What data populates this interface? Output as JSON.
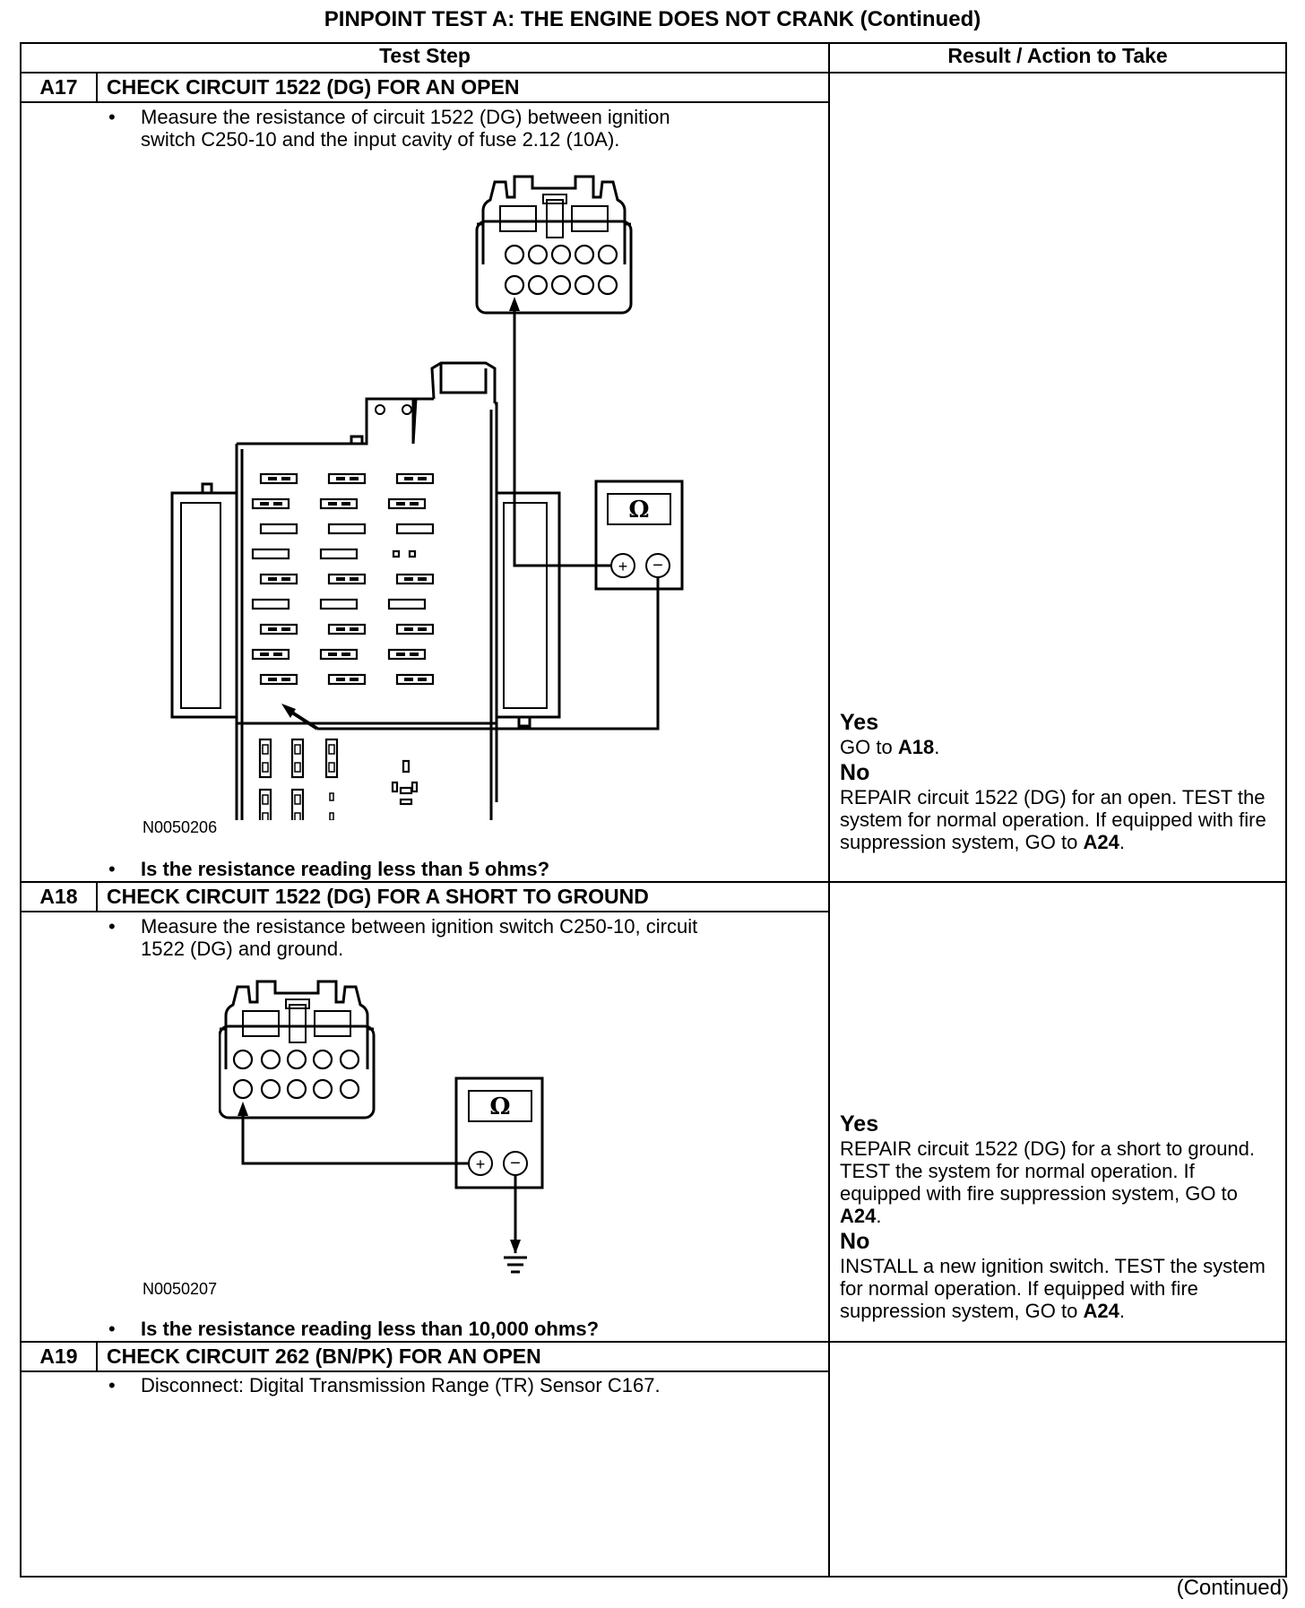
{
  "title": "PINPOINT TEST  A: THE ENGINE DOES NOT CRANK (Continued)",
  "columns": {
    "test_step": "Test Step",
    "result": "Result / Action to Take"
  },
  "steps": [
    {
      "id": "A17",
      "title": "CHECK CIRCUIT 1522 (DG) FOR AN OPEN",
      "instruction_line1": "Measure the resistance of circuit 1522 (DG) between ignition",
      "instruction_line2": "switch C250-10 and the input cavity of fuse 2.12 (10A).",
      "figure_id": "N0050206",
      "question": "Is the resistance reading less than 5 ohms?",
      "meter_symbol": "Ω",
      "yes_label": "Yes",
      "yes_text": "GO to",
      "yes_ref": "A18",
      "yes_after": ".",
      "no_label": "No",
      "no_text": "REPAIR circuit 1522 (DG) for an open. TEST the system for normal operation. If equipped with fire suppression system, GO to",
      "no_ref": "A24",
      "no_after": "."
    },
    {
      "id": "A18",
      "title": "CHECK CIRCUIT 1522 (DG) FOR A SHORT TO GROUND",
      "instruction_line1": "Measure the resistance between ignition switch C250-10, circuit",
      "instruction_line2": "1522 (DG) and ground.",
      "figure_id": "N0050207",
      "question": "Is the resistance reading less than 10,000 ohms?",
      "meter_symbol": "Ω",
      "yes_label": "Yes",
      "yes_text": "REPAIR circuit 1522 (DG) for a short to ground. TEST the system for normal operation. If equipped with fire suppression system, GO to",
      "yes_ref": "A24",
      "yes_after": ".",
      "no_label": "No",
      "no_text": "INSTALL a new ignition switch. TEST the system for normal operation. If  equipped with fire suppression system, GO to",
      "no_ref": "A24",
      "no_after": "."
    },
    {
      "id": "A19",
      "title": "CHECK CIRCUIT 262 (BN/PK) FOR AN OPEN",
      "instruction_line1": "Disconnect: Digital Transmission Range (TR) Sensor C167."
    }
  ],
  "bullet": "•",
  "footer": "(Continued)"
}
